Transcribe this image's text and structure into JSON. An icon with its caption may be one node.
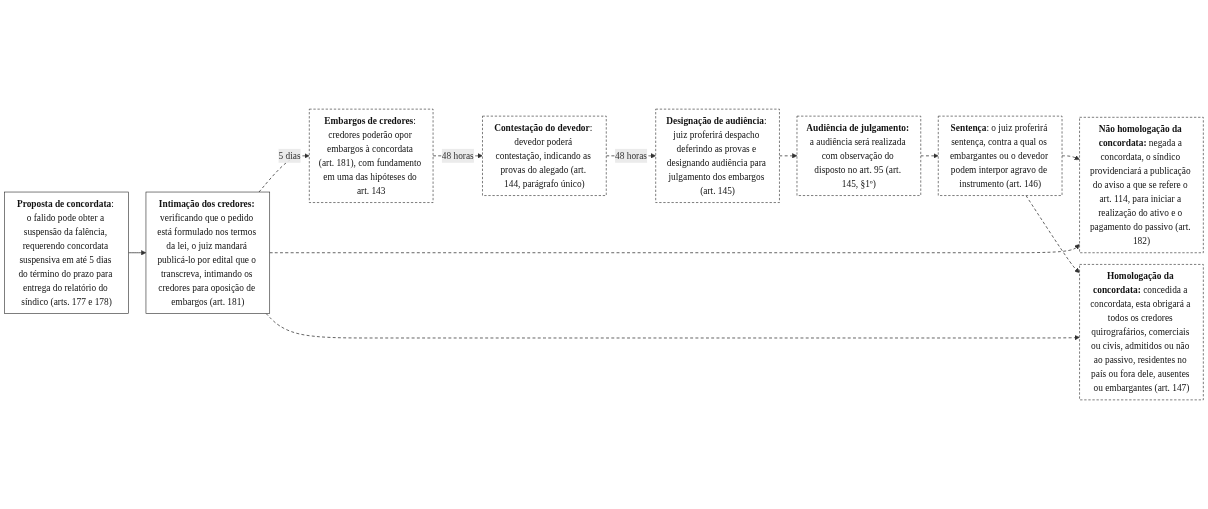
{
  "diagram": {
    "nodes": [
      {
        "text": [
          "**Proposta de concordata**: o falido pode obter a suspensão da falência, requerendo concordata suspensiva em até 5 dias do término do prazo para entrega do relatório do síndico (arts. 177 e 178)"
        ]
      },
      {
        "text": [
          "**Intimação dos credores:** verificando que o pedido está formulado nos termos da lei, o juiz mandará publicá-lo por edital que o transcreva, intimando os credores para oposição de embargos (art. 181)"
        ]
      },
      {
        "text": [
          "**Embargos de credores**: credores poderão opor embargos à concordata (art. 181), com fundamento em uma das hipóteses do art. 143"
        ]
      },
      {
        "text": [
          "**Contestação do devedor**: devedor poderá contestação, indicando as provas do alegado (art. 144, parágrafo único)"
        ]
      },
      {
        "text": [
          "**Designação de audiência**: juiz proferirá despacho deferindo as provas e designando audiência para julgamento dos embargos (art. 145)"
        ]
      },
      {
        "text": [
          "**Audiência de julgamento:** a audiência será realizada com observação do disposto no art. 95 (art. 145, §1º)"
        ]
      },
      {
        "text": [
          "**Sentença**: o juiz proferirá sentença, contra a qual os embargantes ou o devedor podem interpor agravo de instrumento (art. 146)"
        ]
      },
      {
        "text": [
          "**Não homologação da concordata:** negada a concordata, o síndico providenciará a publicação do aviso a que se refere o art. 114, para iniciar a realização do ativo e o pagamento do passivo (art. 182)"
        ]
      },
      {
        "text": [
          "**Homologação da concordata:** concedida a concordata, esta obrigará a todos os credores quirografários, comerciais ou civis, admitidos ou não ao passivo, residentes no país ou fora dele, ausentes ou embargantes (art. 147)"
        ]
      }
    ],
    "edges": [
      {
        "from": 0,
        "to": 1,
        "arrow": "to"
      },
      {
        "from": 1,
        "to": 2,
        "arrow": "to",
        "label": "5 dias",
        "style": "dashed"
      },
      {
        "from": 2,
        "to": 3,
        "arrow": "to",
        "label": "48 horas",
        "style": "dashed"
      },
      {
        "from": 3,
        "to": 4,
        "arrow": "to",
        "label": "48 horas",
        "style": "dashed"
      },
      {
        "from": 4,
        "to": 5,
        "arrow": "to",
        "style": "dashed"
      },
      {
        "from": 5,
        "to": 6,
        "arrow": "to",
        "style": "dashed"
      },
      {
        "from": 6,
        "to": 7,
        "arrow": "to",
        "style": "dashed"
      },
      {
        "from": 6,
        "to": 8,
        "arrow": "to",
        "style": "dashed"
      },
      {
        "from": 1,
        "to": 7,
        "arrow": "to",
        "style": "dashed"
      },
      {
        "from": 1,
        "to": 8,
        "arrow": "to",
        "style": "dashed"
      }
    ]
  }
}
